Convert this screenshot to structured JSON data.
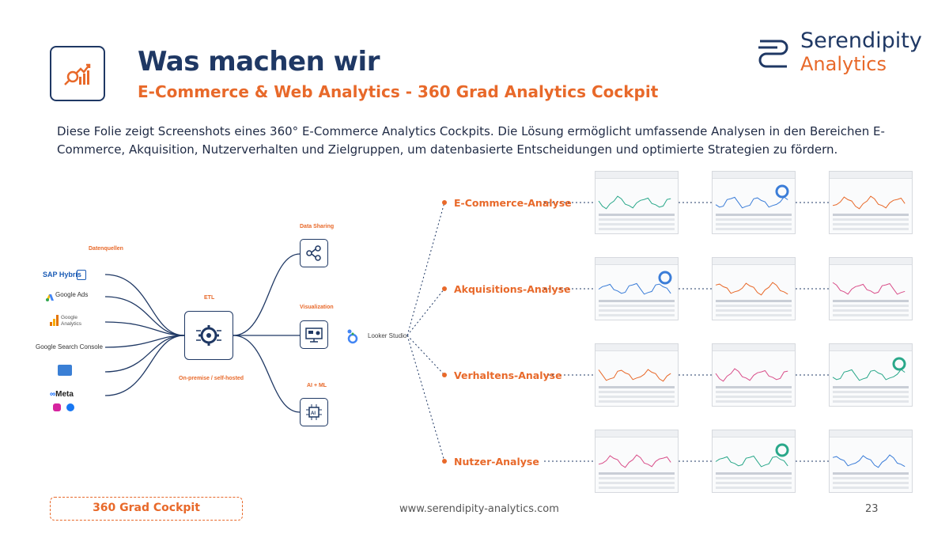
{
  "header": {
    "title": "Was machen wir",
    "subtitle": "E-Commerce & Web Analytics - 360 Grad Analytics Cockpit",
    "logo_line1": "Serendipity",
    "logo_line2": "Analytics"
  },
  "description": "Diese Folie zeigt Screenshots eines 360° E-Commerce Analytics Cockpits. Die Lösung ermöglicht umfassende Analysen in den Bereichen E-Commerce, Akquisition, Nutzerverhalten und Zielgruppen, um datenbasierte Entscheidungen und optimierte Strategien zu fördern.",
  "diagram": {
    "sources_label": "Datenquellen",
    "sources": [
      "SAP Hybris",
      "Google Ads",
      "Google Analytics",
      "Google Search Console",
      "Meta"
    ],
    "etl_label": "ETL",
    "hosting_label": "On-premise / self-hosted",
    "outputs": [
      {
        "label": "Data Sharing",
        "icon": "share-icon"
      },
      {
        "label": "Visualization",
        "icon": "monitor-icon"
      },
      {
        "label": "AI + ML",
        "icon": "ai-chip-icon"
      }
    ],
    "tool_label": "Looker Studio",
    "analyses": [
      "E-Commerce-Analyse",
      "Akquisitions-Analyse",
      "Verhaltens-Analyse",
      "Nutzer-Analyse"
    ]
  },
  "footer": {
    "badge": "360 Grad Cockpit",
    "url": "www.serendipity-analytics.com",
    "page": "23"
  },
  "colors": {
    "navy": "#1f3864",
    "orange": "#e8692a",
    "teal": "#2aa88a"
  }
}
